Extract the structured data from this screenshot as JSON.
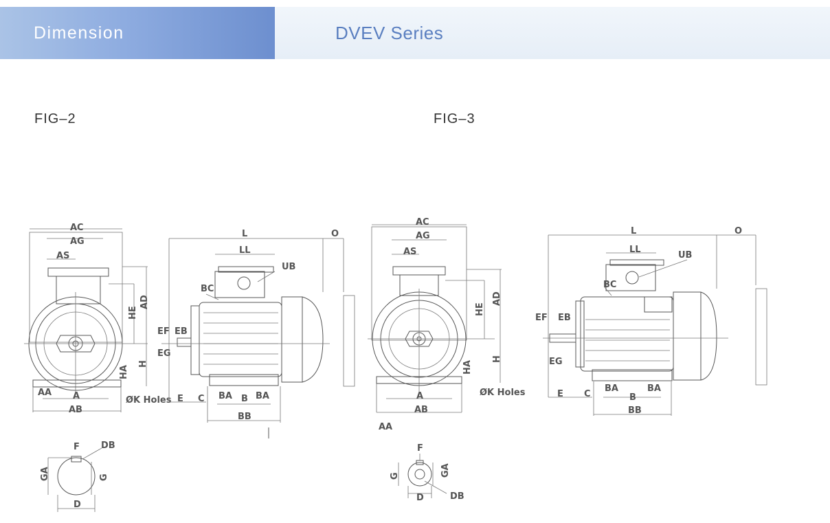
{
  "header": {
    "active_tab_label": "Dimension",
    "series_title": "DVEV Series"
  },
  "figures": [
    {
      "label": "FIG–2",
      "front_view_labels": [
        "AC",
        "AG",
        "AS",
        "HE",
        "AD",
        "H",
        "HA",
        "AA",
        "A",
        "AB",
        "ØK Holes"
      ],
      "side_view_labels": [
        "L",
        "O",
        "LL",
        "UB",
        "BC",
        "EF",
        "EB",
        "EG",
        "E",
        "C",
        "BA",
        "B",
        "BA",
        "BB"
      ],
      "shaft_section_labels": [
        "F",
        "DB",
        "GA",
        "G",
        "D"
      ]
    },
    {
      "label": "FIG–3",
      "front_view_labels": [
        "AC",
        "AG",
        "AS",
        "HE",
        "AD",
        "H",
        "HA",
        "A",
        "AB",
        "AA",
        "ØK Holes"
      ],
      "side_view_labels": [
        "L",
        "O",
        "LL",
        "UB",
        "BC",
        "EF",
        "EB",
        "EG",
        "E",
        "C",
        "BA",
        "B",
        "BA",
        "BB"
      ],
      "shaft_section_labels": [
        "F",
        "G",
        "GA",
        "D",
        "DB"
      ]
    }
  ]
}
